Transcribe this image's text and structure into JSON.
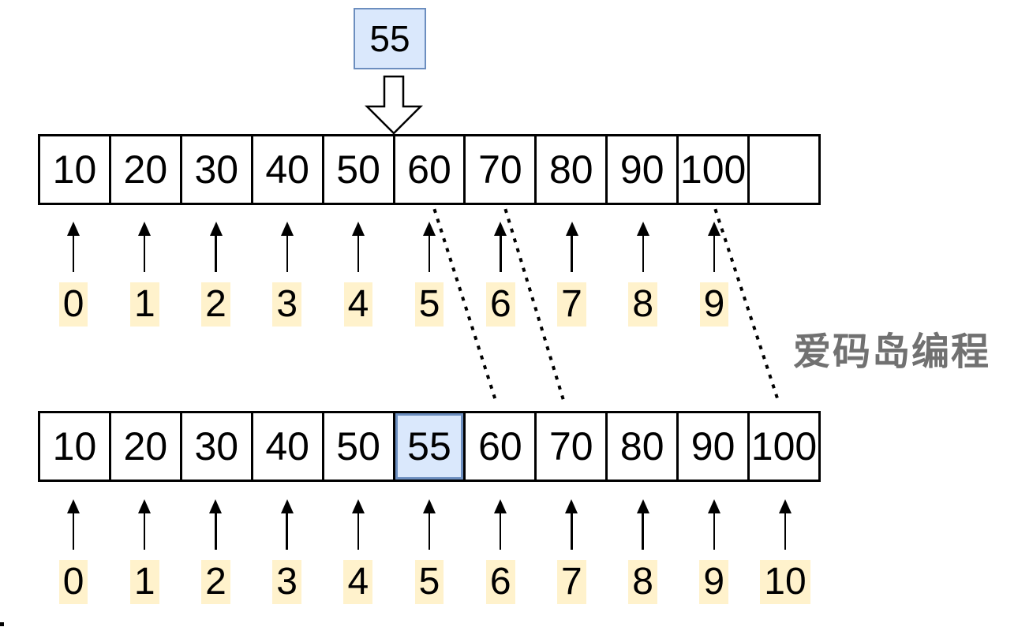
{
  "insert": {
    "value": "55"
  },
  "top_array": {
    "cells": [
      "10",
      "20",
      "30",
      "40",
      "50",
      "60",
      "70",
      "80",
      "90",
      "100",
      ""
    ],
    "indices": [
      "0",
      "1",
      "2",
      "3",
      "4",
      "5",
      "6",
      "7",
      "8",
      "9"
    ]
  },
  "bottom_array": {
    "cells": [
      "10",
      "20",
      "30",
      "40",
      "50",
      "55",
      "60",
      "70",
      "80",
      "90",
      "100"
    ],
    "highlight_index": 5,
    "indices": [
      "0",
      "1",
      "2",
      "3",
      "4",
      "5",
      "6",
      "7",
      "8",
      "9",
      "10"
    ]
  },
  "shift_lines": {
    "count": 3,
    "description": "dotted lines showing 60, 70 and 100 shifting one slot right"
  },
  "watermark": {
    "text": "爱码岛编程"
  },
  "colors": {
    "highlight_fill": "#dae8fc",
    "highlight_border": "#6c8ebf",
    "index_highlight": "#fff2cc",
    "stroke": "#000000",
    "watermark": "#717171"
  }
}
